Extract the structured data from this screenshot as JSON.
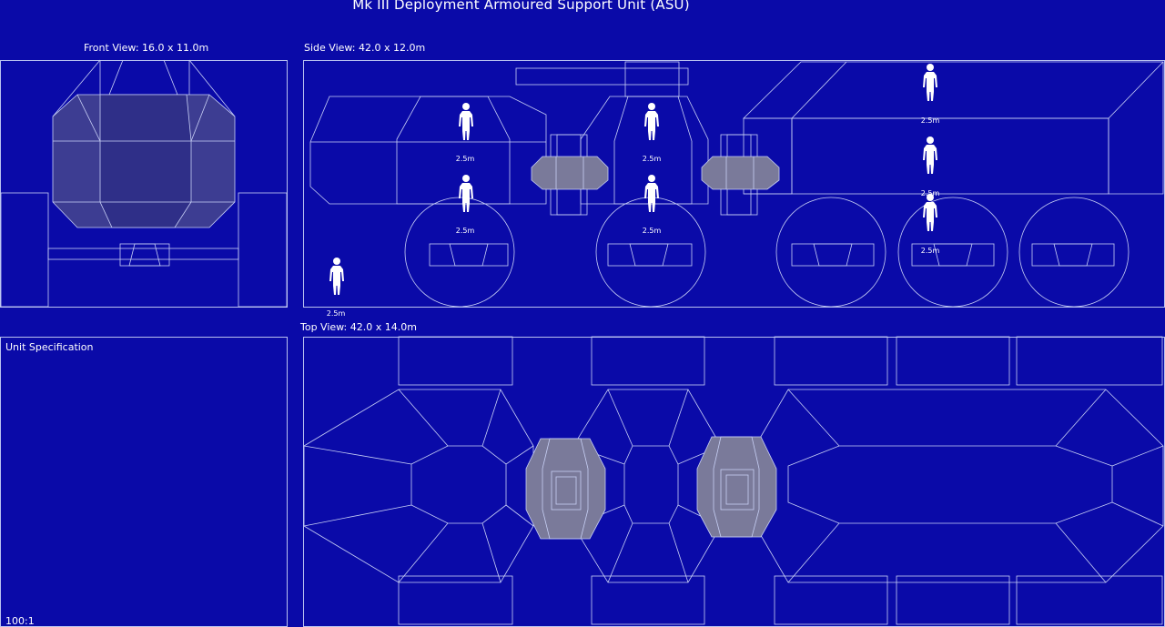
{
  "title": "Mk III Deployment Armoured Support Unit (ASU)",
  "front_view": {
    "label": "Front View: 16.0 x 11.0m"
  },
  "side_view": {
    "label": "Side View: 42.0 x 12.0m"
  },
  "top_view": {
    "label": "Top View: 42.0 x 14.0m"
  },
  "spec_panel": {
    "label": "Unit Specification"
  },
  "scale_ratio": "100:1",
  "human_scale_label": "2.5m",
  "colors": {
    "background": "#0a0aa8",
    "line": "#c8d0f6",
    "panel_border": "#b9c2f0",
    "hull_fill": "#3d3d92",
    "turret_fill": "#7a7a9a"
  },
  "icons": [
    "human-figure-icon"
  ]
}
